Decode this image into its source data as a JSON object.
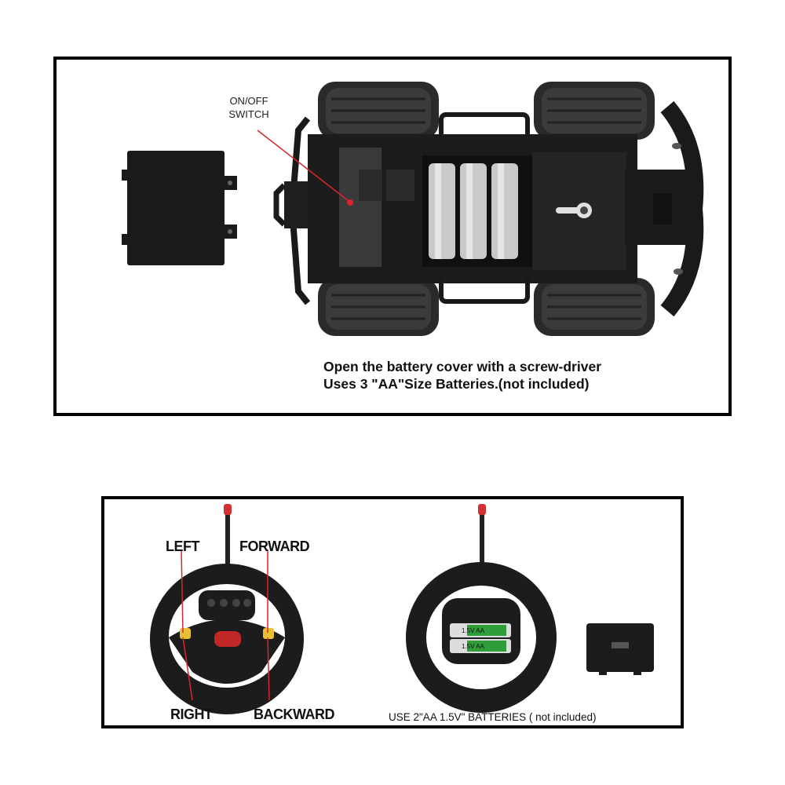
{
  "car_panel": {
    "switch_label_line1": "ON/OFF",
    "switch_label_line2": "SWITCH",
    "caption_line1": "Open the battery cover with a screw-driver",
    "caption_line2": "Uses 3 \"AA\"Size Batteries.(not included)"
  },
  "remote_panel": {
    "labels": {
      "left": "LEFT",
      "forward": "FORWARD",
      "right": "RIGHT",
      "backward": "BACKWARD"
    },
    "battery_label_1": "1.5V  AA",
    "battery_label_2": "1.5V  AA",
    "note": "USE 2\"AA 1.5V\" BATTERIES ( not included)"
  },
  "colors": {
    "frame": "#000000",
    "body_dark": "#1c1c1c",
    "antenna_tip": "#d23232",
    "pointer_line": "#d9262c",
    "battery_green": "#2f9e3a",
    "battery_silver": "#c9c9c9"
  }
}
